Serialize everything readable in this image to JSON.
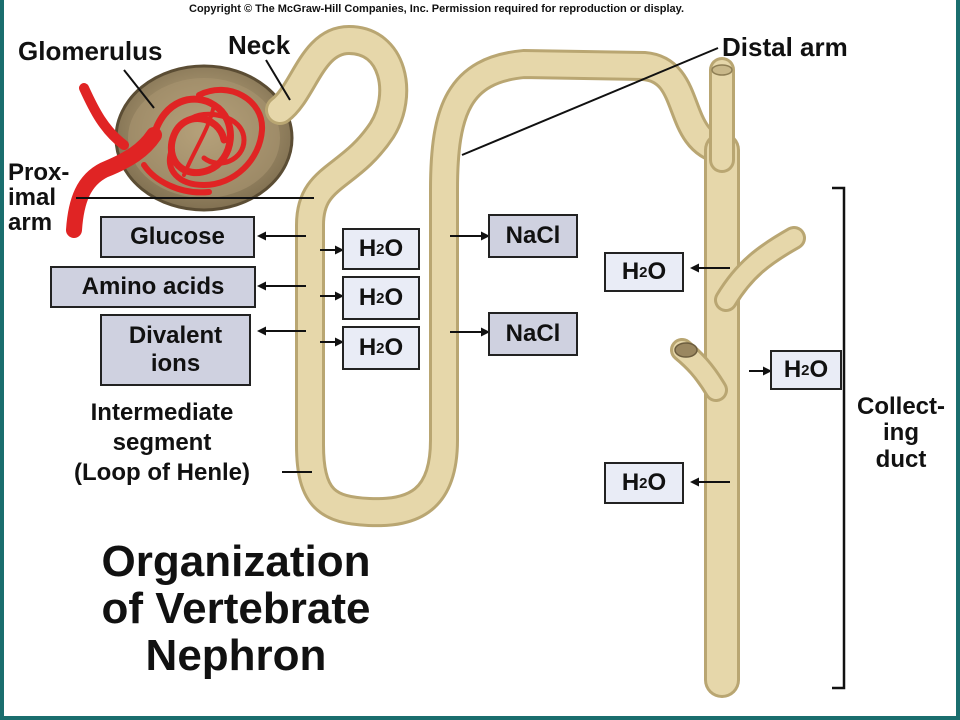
{
  "copyright": "Copyright © The McGraw-Hill Companies, Inc. Permission required for reproduction or display.",
  "title_lines": [
    "Organization",
    "of Vertebrate",
    "Nephron"
  ],
  "labels": {
    "glomerulus": "Glomerulus",
    "neck": "Neck",
    "distal_arm": "Distal arm",
    "proximal_arm": [
      "Prox-",
      "imal",
      "arm"
    ],
    "intermediate_segment": [
      "Intermediate",
      "segment",
      "(Loop of Henle)"
    ],
    "collecting_duct": [
      "Collect-",
      "ing",
      "duct"
    ]
  },
  "substances": {
    "glucose": "Glucose",
    "amino_acids": "Amino acids",
    "divalent_ions": [
      "Divalent",
      "ions"
    ],
    "nacl": "NaCl",
    "water": {
      "base": "H",
      "sub": "2",
      "tail": "O"
    }
  },
  "colors": {
    "tubule_fill": "#e6d7aa",
    "tubule_edge": "#b9a672",
    "capsule": "#8a7858",
    "capillary": "#e02424",
    "box_fill": "#cfd1e0",
    "water_box_fill": "#e9ecf6",
    "border": "#1a6e6e"
  }
}
